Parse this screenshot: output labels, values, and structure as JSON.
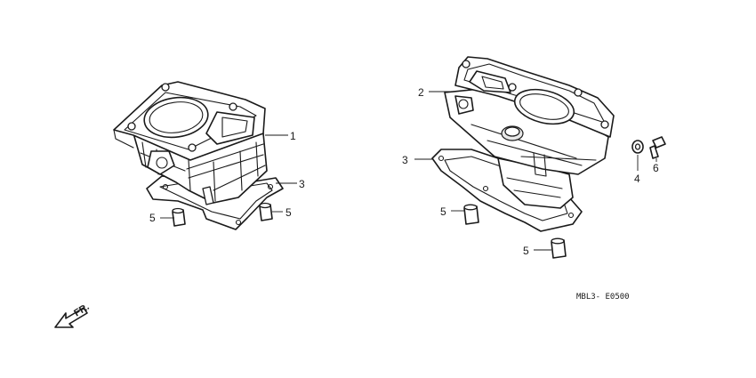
{
  "callouts": {
    "c1": "1",
    "c2": "2",
    "c3a": "3",
    "c3b": "3",
    "c4": "4",
    "c5a": "5",
    "c5b": "5",
    "c5c": "5",
    "c5d": "5",
    "c6": "6"
  },
  "direction_label": "FR.",
  "diagram_code": "MBL3- E0500"
}
